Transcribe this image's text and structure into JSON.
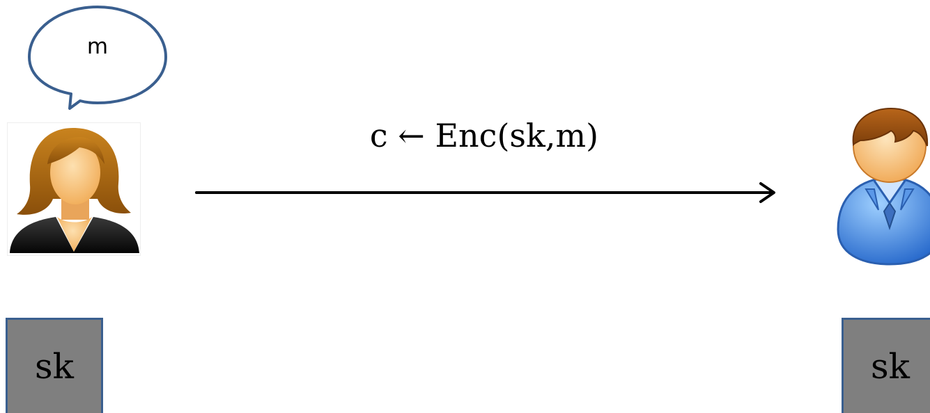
{
  "sender": {
    "speech_bubble_text": "m",
    "key_label": "sk"
  },
  "channel": {
    "label": "c ← Enc(sk,m)"
  },
  "receiver": {
    "key_label": "sk"
  },
  "colors": {
    "key_box_fill": "#7f7f7f",
    "key_box_border": "#3a5f8f",
    "bubble_stroke": "#3a5f8f",
    "arrow": "#000000",
    "sender_hair": "#b06a10",
    "sender_skin": "#f7c27a",
    "receiver_shirt": "#3d86e0"
  },
  "icons": {
    "sender": "woman-user-icon",
    "receiver": "man-user-icon",
    "bubble": "speech-bubble-icon",
    "arrow": "right-arrow"
  }
}
